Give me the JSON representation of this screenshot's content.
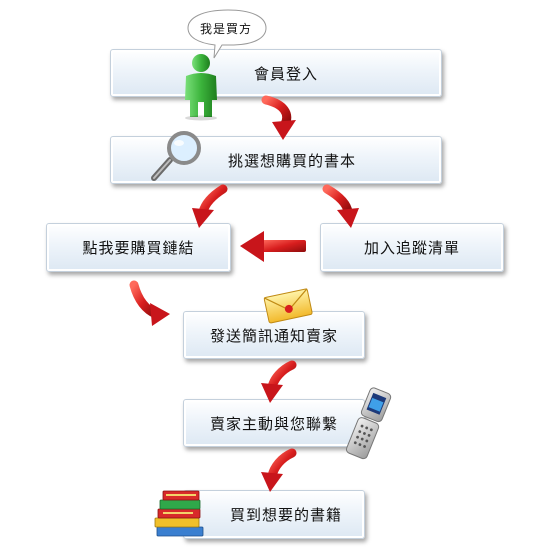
{
  "speech_bubble": {
    "text": "我是買方"
  },
  "steps": {
    "login": "會員登入",
    "choose": "挑選想購買的書本",
    "link": "點我要購買鏈結",
    "track": "加入追蹤清單",
    "sms": "發送簡訊通知賣家",
    "contact": "賣家主動與您聯繫",
    "get": "買到想要的書籍"
  },
  "colors": {
    "arrow": "#c8151b",
    "box_border": "#c4d0dc",
    "user_icon": "#3cb43c"
  },
  "icons": [
    "user-icon",
    "magnifier-icon",
    "envelope-icon",
    "phone-icon",
    "books-icon"
  ]
}
